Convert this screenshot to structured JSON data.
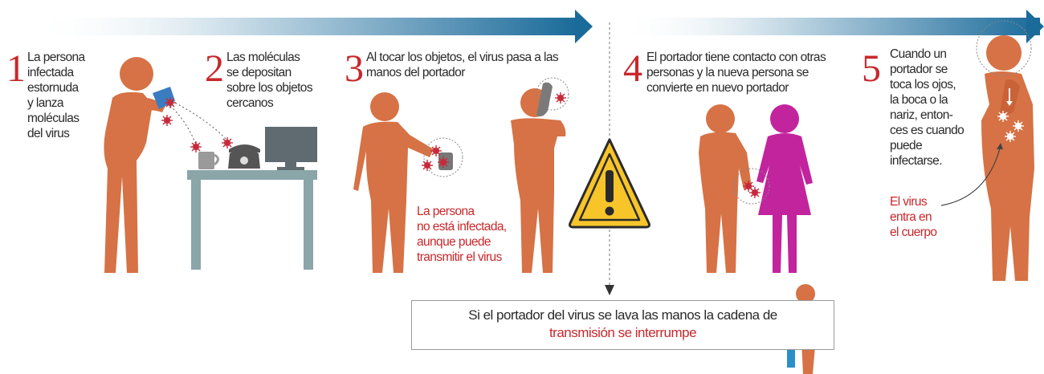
{
  "colors": {
    "arrow_blue": "#1a6a9a",
    "figure_orange": "#d67245",
    "figure_pink": "#c2249d",
    "number_red": "#c8282c",
    "desk_gray": "#8aa6a9",
    "virus_red": "#c62a3a",
    "warning_yellow": "#f7c52a"
  },
  "steps": [
    {
      "number": "1",
      "text": "La persona\ninfectada\nestornuda\ny lanza\nmoléculas\ndel virus"
    },
    {
      "number": "2",
      "text": "Las moléculas\nse depositan\nsobre los objetos\ncercanos"
    },
    {
      "number": "3",
      "text": "Al tocar los objetos, el virus pasa a las\nmanos del portador",
      "note": "La persona\nno está infectada,\naunque puede\ntransmitir el virus"
    },
    {
      "number": "4",
      "text": "El portador tiene contacto con otras\npersonas y la nueva persona se\nconvierte en nuevo portador"
    },
    {
      "number": "5",
      "text": "Cuando un\nportador se\ntoca los ojos,\nla boca o la\nnariz, enton-\nces es cuando\npuede\ninfectarse.",
      "note": "El virus\nentra en\nel cuerpo"
    }
  ],
  "bottom": {
    "line1": "Si el portador del virus se lava las manos la cadena de",
    "line2": "transmisión se interrumpe"
  },
  "icons": [
    "warning-icon",
    "virus-icon",
    "telephone-icon",
    "monitor-icon",
    "mug-icon",
    "sink-icon"
  ]
}
